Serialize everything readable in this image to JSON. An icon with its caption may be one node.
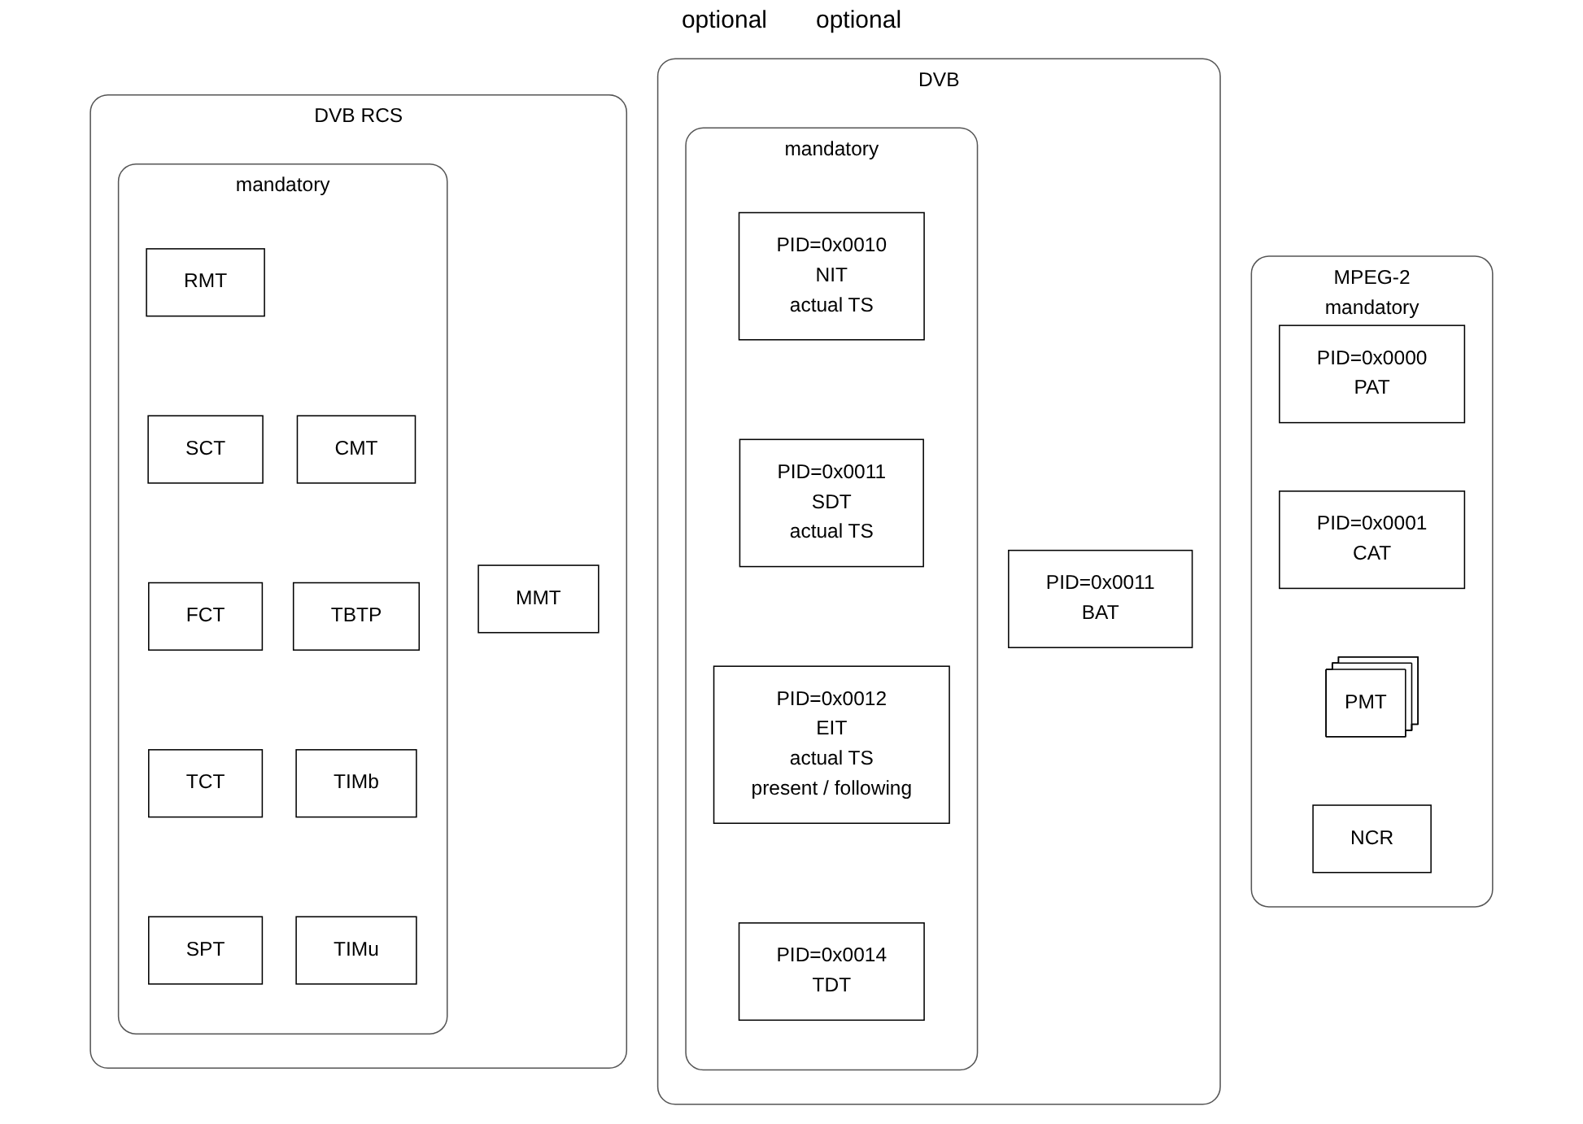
{
  "diagram": {
    "nodes": [
      {
        "text": [
          "MPEG-2",
          "mandatory"
        ]
      },
      {
        "text": [
          "PID=0x0000",
          "PAT"
        ],
        "in": 0
      },
      {
        "text": [
          "PID=0x0001",
          "CAT"
        ],
        "in": 0
      },
      {
        "text": [
          "PMT"
        ],
        "in": 0
      },
      {
        "text": [
          "NCR"
        ],
        "in": 0
      },
      {
        "text": [
          "DVB"
        ]
      },
      {
        "text": [
          "mandatory"
        ],
        "in": 5
      },
      {
        "text": [
          "PID=0x0010",
          "NIT",
          "actual TS"
        ],
        "in": 6
      },
      {
        "text": [
          "PID=0x0011",
          "SDT",
          "actual TS"
        ],
        "in": 6
      },
      {
        "text": [
          "PID=0x0012",
          "EIT",
          "actual TS",
          "present / following"
        ],
        "in": 6
      },
      {
        "text": [
          "PID=0x0014",
          "TDT"
        ],
        "in": 6
      },
      {
        "text": [
          "PID=0x0011",
          "BAT"
        ],
        "in": 5
      },
      {
        "text": [
          "DVB RCS"
        ]
      },
      {
        "text": [
          "mandatory"
        ],
        "in": 12
      },
      {
        "text": [
          "RMT"
        ],
        "in": 13
      },
      {
        "text": [
          "CMT"
        ],
        "in": 13
      },
      {
        "text": [
          "SCT"
        ],
        "in": 13
      },
      {
        "text": [
          "TBTP"
        ],
        "in": 13
      },
      {
        "text": [
          "FCT"
        ],
        "in": 13
      },
      {
        "text": [
          "TIMb"
        ],
        "in": 13
      },
      {
        "text": [
          "TCT"
        ],
        "in": 13
      },
      {
        "text": [
          "TIMu"
        ],
        "in": 13
      },
      {
        "text": [
          "SPT"
        ],
        "in": 13
      },
      {
        "text": [
          "MMT"
        ],
        "in": 12
      }
    ],
    "labels": [
      "optional",
      "optional"
    ]
  }
}
